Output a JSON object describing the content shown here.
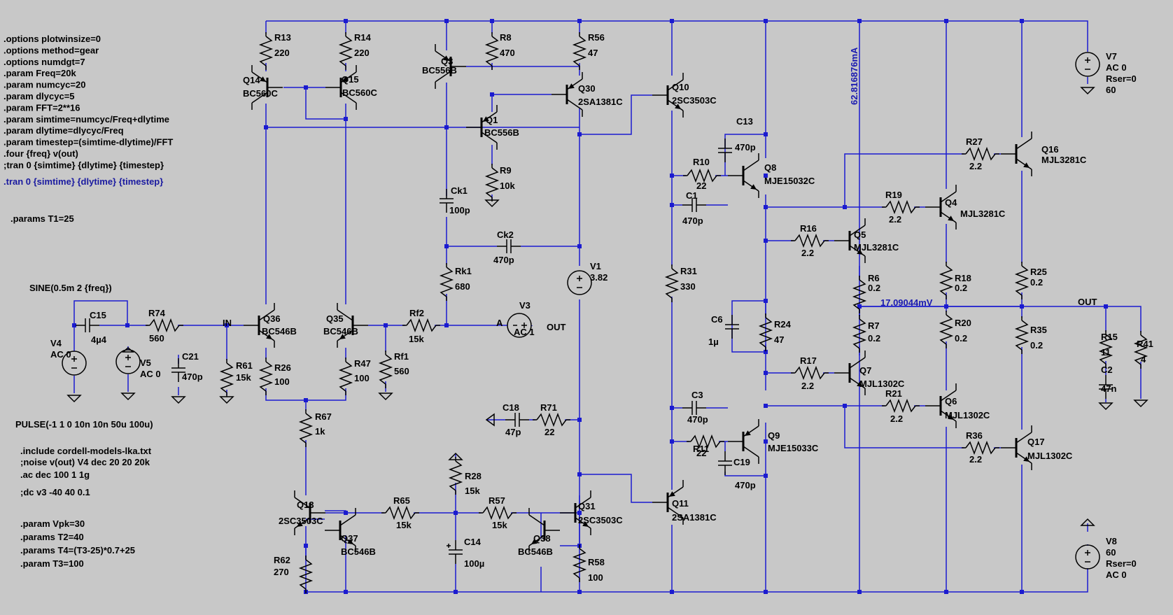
{
  "palette": {
    "background": "#c8c8c8",
    "wire": "#1b1bd0",
    "component": "#000000",
    "probe": "#1a1ab0"
  },
  "directives": [
    ".options plotwinsize=0",
    ".options method=gear",
    ".options numdgt=7",
    ".param Freq=20k",
    ".param numcyc=20",
    ".param dlycyc=5",
    ".param FFT=2**16",
    ".param simtime=numcyc/Freq+dlytime",
    ".param dlytime=dlycyc/Freq",
    ".param timestep=(simtime-dlytime)/FFT",
    " .four {freq} v(out)",
    ";tran 0 {simtime} {dlytime} {timestep}"
  ],
  "tran_active": ".tran 0 {simtime} {dlytime} {timestep}",
  "params_t1": ".params T1=25",
  "sine_source": "SINE(0.5m 2 {freq})",
  "pulse_source": "PULSE(-1 1 0 10n 10n 50u 100u)",
  "directives2": [
    ".include cordell-models-lka.txt",
    ";noise v(out) V4 dec 20 20 20k",
    ".ac dec 100 1 1g",
    ";dc v3 -40 40 0.1"
  ],
  "directives3": [
    ".param Vpk=30",
    ".params T2=40",
    ".params T4=(T3-25)*0.7+25",
    ".param T3=100"
  ],
  "probes": {
    "current": "62.816876mA",
    "voltage": "17.09044mV"
  },
  "nets": {
    "in": "IN",
    "a": "A",
    "out_v3": "OUT",
    "out": "OUT"
  },
  "resistors": [
    {
      "name": "R13",
      "value": "220"
    },
    {
      "name": "R14",
      "value": "220"
    },
    {
      "name": "R8",
      "value": "470"
    },
    {
      "name": "R56",
      "value": "47"
    },
    {
      "name": "R9",
      "value": "10k"
    },
    {
      "name": "R10",
      "value": "22"
    },
    {
      "name": "R27",
      "value": "2.2"
    },
    {
      "name": "R19",
      "value": "2.2"
    },
    {
      "name": "R16",
      "value": "2.2"
    },
    {
      "name": "R6",
      "value": "0.2"
    },
    {
      "name": "R18",
      "value": "0.2"
    },
    {
      "name": "R25",
      "value": "0.2"
    },
    {
      "name": "Rk1",
      "value": "680"
    },
    {
      "name": "R31",
      "value": "330"
    },
    {
      "name": "R24",
      "value": "47"
    },
    {
      "name": "R7",
      "value": "0.2"
    },
    {
      "name": "R20",
      "value": "0.2"
    },
    {
      "name": "R35",
      "value": "0.2"
    },
    {
      "name": "R15",
      "value": "11"
    },
    {
      "name": "R41",
      "value": "4"
    },
    {
      "name": "R74",
      "value": "560"
    },
    {
      "name": "Rf2",
      "value": "15k"
    },
    {
      "name": "R61",
      "value": "15k"
    },
    {
      "name": "R26",
      "value": "100"
    },
    {
      "name": "R47",
      "value": "100"
    },
    {
      "name": "Rf1",
      "value": "560"
    },
    {
      "name": "R17",
      "value": "2.2"
    },
    {
      "name": "R21",
      "value": "2.2"
    },
    {
      "name": "R36",
      "value": "2.2"
    },
    {
      "name": "R67",
      "value": "1k"
    },
    {
      "name": "R71",
      "value": "22"
    },
    {
      "name": "R11",
      "value": "22"
    },
    {
      "name": "R28",
      "value": "15k"
    },
    {
      "name": "R65",
      "value": "15k"
    },
    {
      "name": "R57",
      "value": "15k"
    },
    {
      "name": "R62",
      "value": "270"
    },
    {
      "name": "R58",
      "value": "100"
    }
  ],
  "capacitors": [
    {
      "name": "C13",
      "value": "470p"
    },
    {
      "name": "C1",
      "value": "470p"
    },
    {
      "name": "Ck1",
      "value": "100p"
    },
    {
      "name": "Ck2",
      "value": "470p"
    },
    {
      "name": "C6",
      "value": "1µ"
    },
    {
      "name": "C15",
      "value": "4µ4"
    },
    {
      "name": "C21",
      "value": "470p"
    },
    {
      "name": "C2",
      "value": "47n"
    },
    {
      "name": "C18",
      "value": "47p"
    },
    {
      "name": "C3",
      "value": "470p"
    },
    {
      "name": "C19",
      "value": "470p"
    },
    {
      "name": "C14",
      "value": "100µ"
    }
  ],
  "transistors": [
    {
      "name": "Q14",
      "model": "BC560C"
    },
    {
      "name": "Q15",
      "model": "BC560C"
    },
    {
      "name": "Q3",
      "model": "BC556B"
    },
    {
      "name": "Q30",
      "model": "2SA1381C"
    },
    {
      "name": "Q1",
      "model": "BC556B"
    },
    {
      "name": "Q10",
      "model": "2SC3503C"
    },
    {
      "name": "Q8",
      "model": "MJE15032C"
    },
    {
      "name": "Q16",
      "model": "MJL3281C"
    },
    {
      "name": "Q4",
      "model": "MJL3281C"
    },
    {
      "name": "Q5",
      "model": "MJL3281C"
    },
    {
      "name": "Q36",
      "model": "BC546B"
    },
    {
      "name": "Q35",
      "model": "BC546B"
    },
    {
      "name": "Q7",
      "model": "MJL1302C"
    },
    {
      "name": "Q6",
      "model": "MJL1302C"
    },
    {
      "name": "Q17",
      "model": "MJL1302C"
    },
    {
      "name": "Q9",
      "model": "MJE15033C"
    },
    {
      "name": "Q11",
      "model": "2SA1381C"
    },
    {
      "name": "Q13",
      "model": "2SC3503C"
    },
    {
      "name": "Q37",
      "model": "BC546B"
    },
    {
      "name": "Q31",
      "model": "2SC3503C"
    },
    {
      "name": "Q38",
      "model": "BC546B"
    }
  ],
  "sources": [
    {
      "name": "V7",
      "lines": [
        "AC 0",
        "Rser=0",
        "60"
      ]
    },
    {
      "name": "V1",
      "lines": [
        "3.82"
      ]
    },
    {
      "name": "V3",
      "lines": [
        "AC 1"
      ]
    },
    {
      "name": "V4",
      "lines": [
        "AC 0"
      ]
    },
    {
      "name": "V5",
      "lines": [
        "AC 0"
      ]
    },
    {
      "name": "V8",
      "lines": [
        "60",
        "Rser=0",
        "AC 0"
      ]
    }
  ]
}
